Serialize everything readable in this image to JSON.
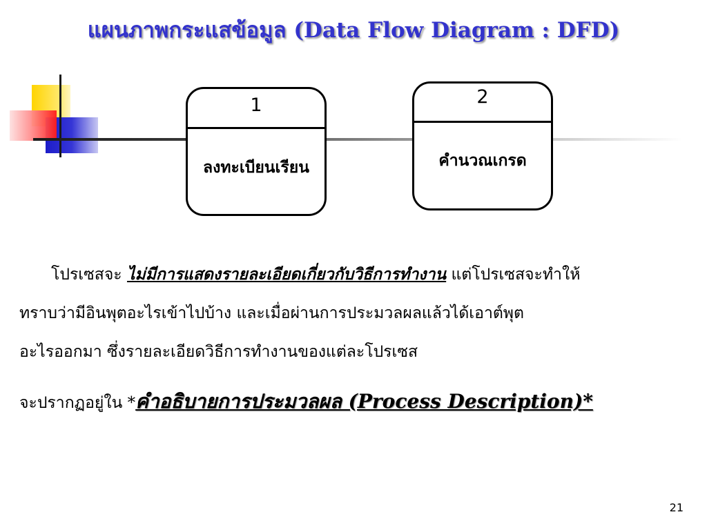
{
  "slide": {
    "title": "แผนภาพกระแสข้อมูล (Data Flow Diagram : DFD)",
    "page_number": "21"
  },
  "diagram": {
    "processes": [
      {
        "id": "1",
        "name": "ลงทะเบียนเรียน"
      },
      {
        "id": "2",
        "name": "คำนวณเกรด"
      }
    ]
  },
  "body": {
    "line1_prefix": "โปรเซสจะ ",
    "line1_emphasis": "ไม่มีการแสดงรายละเอียดเกี่ยวกับวิธีการทำงาน",
    "line1_suffix": " แต่โปรเซสจะทำให้",
    "line2": "ทราบว่ามีอินพุตอะไรเข้าไปบ้าง และเมื่อผ่านการประมวลผลแล้วได้เอาต์พุต",
    "line3": "อะไรออกมา ซึ่งรายละเอียดวิธีการทำงานของแต่ละโปรเซส",
    "line4_prefix": "จะปรากฏอยู่ใน  *",
    "line4_emphasis": "คำอธิบายการประมวลผล (Process Description)*"
  }
}
